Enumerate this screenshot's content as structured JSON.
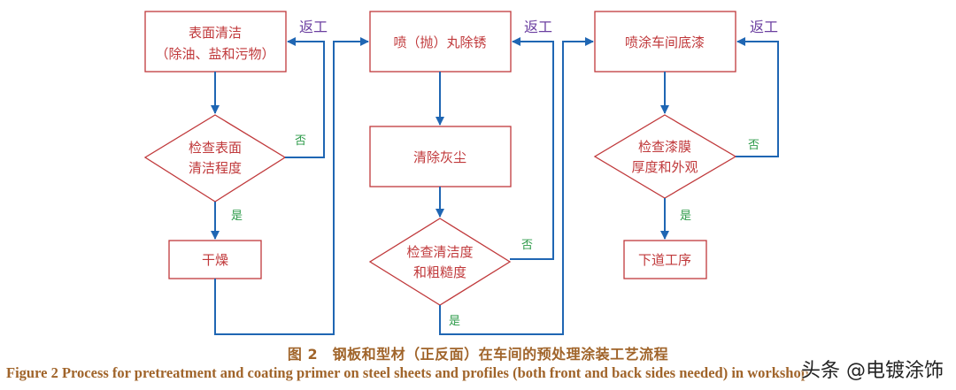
{
  "flowchart": {
    "columns": [
      {
        "process": {
          "lines": [
            "表面清洁",
            "（除油、盐和污物）"
          ]
        },
        "check": {
          "lines": [
            "检查表面",
            "清洁程度"
          ]
        },
        "after_yes": {
          "lines": [
            "干燥"
          ]
        },
        "rework_label": "返工",
        "no_label": "否",
        "yes_label": "是"
      },
      {
        "process": {
          "lines": [
            "喷（抛）丸除锈"
          ]
        },
        "step2": {
          "lines": [
            "清除灰尘"
          ]
        },
        "check": {
          "lines": [
            "检查清洁度",
            "和粗糙度"
          ]
        },
        "rework_label": "返工",
        "no_label": "否",
        "yes_label": "是"
      },
      {
        "process": {
          "lines": [
            "喷涂车间底漆"
          ]
        },
        "check": {
          "lines": [
            "检查漆膜",
            "厚度和外观"
          ]
        },
        "after_yes": {
          "lines": [
            "下道工序"
          ]
        },
        "rework_label": "返工",
        "no_label": "否",
        "yes_label": "是"
      }
    ],
    "colors": {
      "node_border": "#c0393b",
      "node_text": "#c0393b",
      "arrow": "#1f66b3",
      "rework_text": "#6b3fa0",
      "yesno_text": "#2e9b4a",
      "caption": "#a0642a"
    }
  },
  "caption": {
    "chinese": "图 2　钢板和型材（正反面）在车间的预处理涂装工艺流程",
    "english": "Figure 2    Process for pretreatment and coating primer on steel sheets and profiles (both front and back sides needed) in workshop"
  },
  "watermark": "头条 @电镀涂饰"
}
